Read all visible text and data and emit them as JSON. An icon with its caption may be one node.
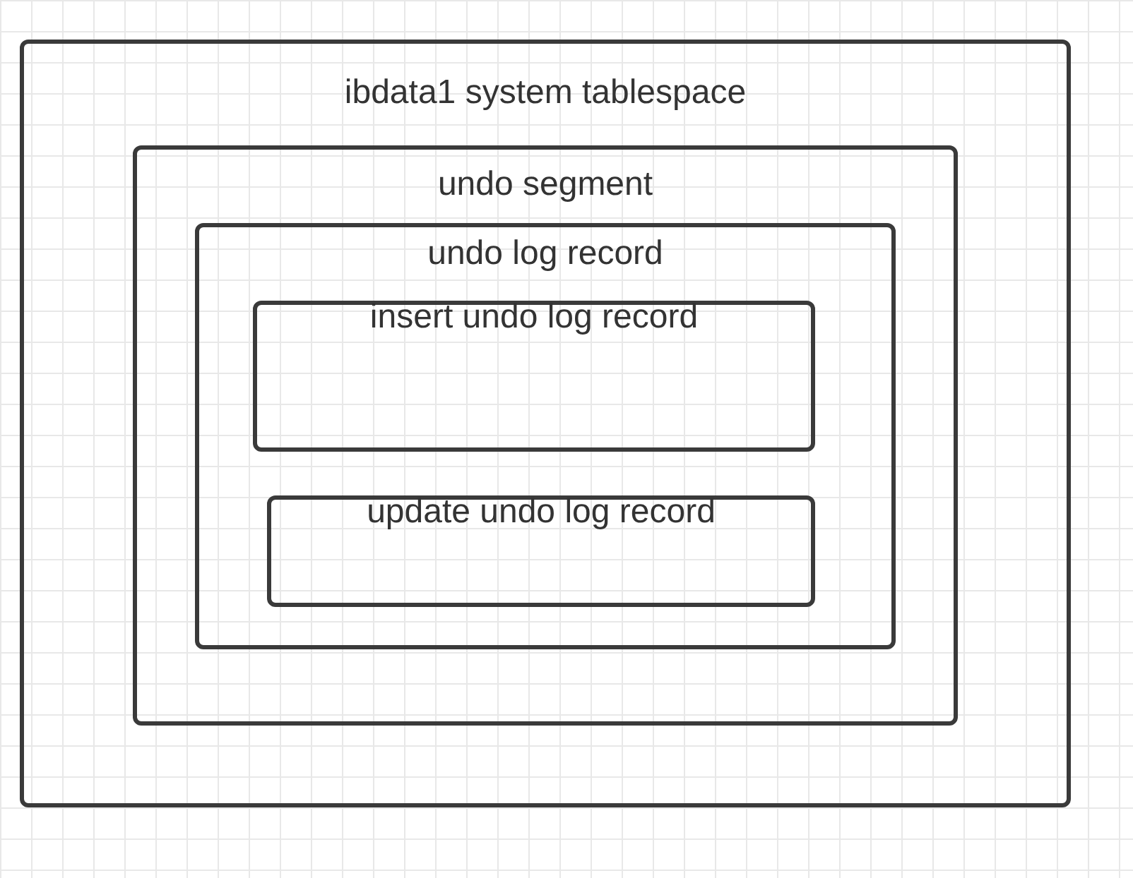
{
  "diagram": {
    "nodes": [
      {
        "text": [
          "ibdata1 system tablespace"
        ]
      },
      {
        "text": [
          "undo segment"
        ],
        "in": 0
      },
      {
        "text": [
          "undo log record"
        ],
        "in": 1
      },
      {
        "text": [
          "insert undo log record"
        ],
        "in": 2
      },
      {
        "text": [
          "update undo log record"
        ],
        "in": 2
      }
    ]
  }
}
